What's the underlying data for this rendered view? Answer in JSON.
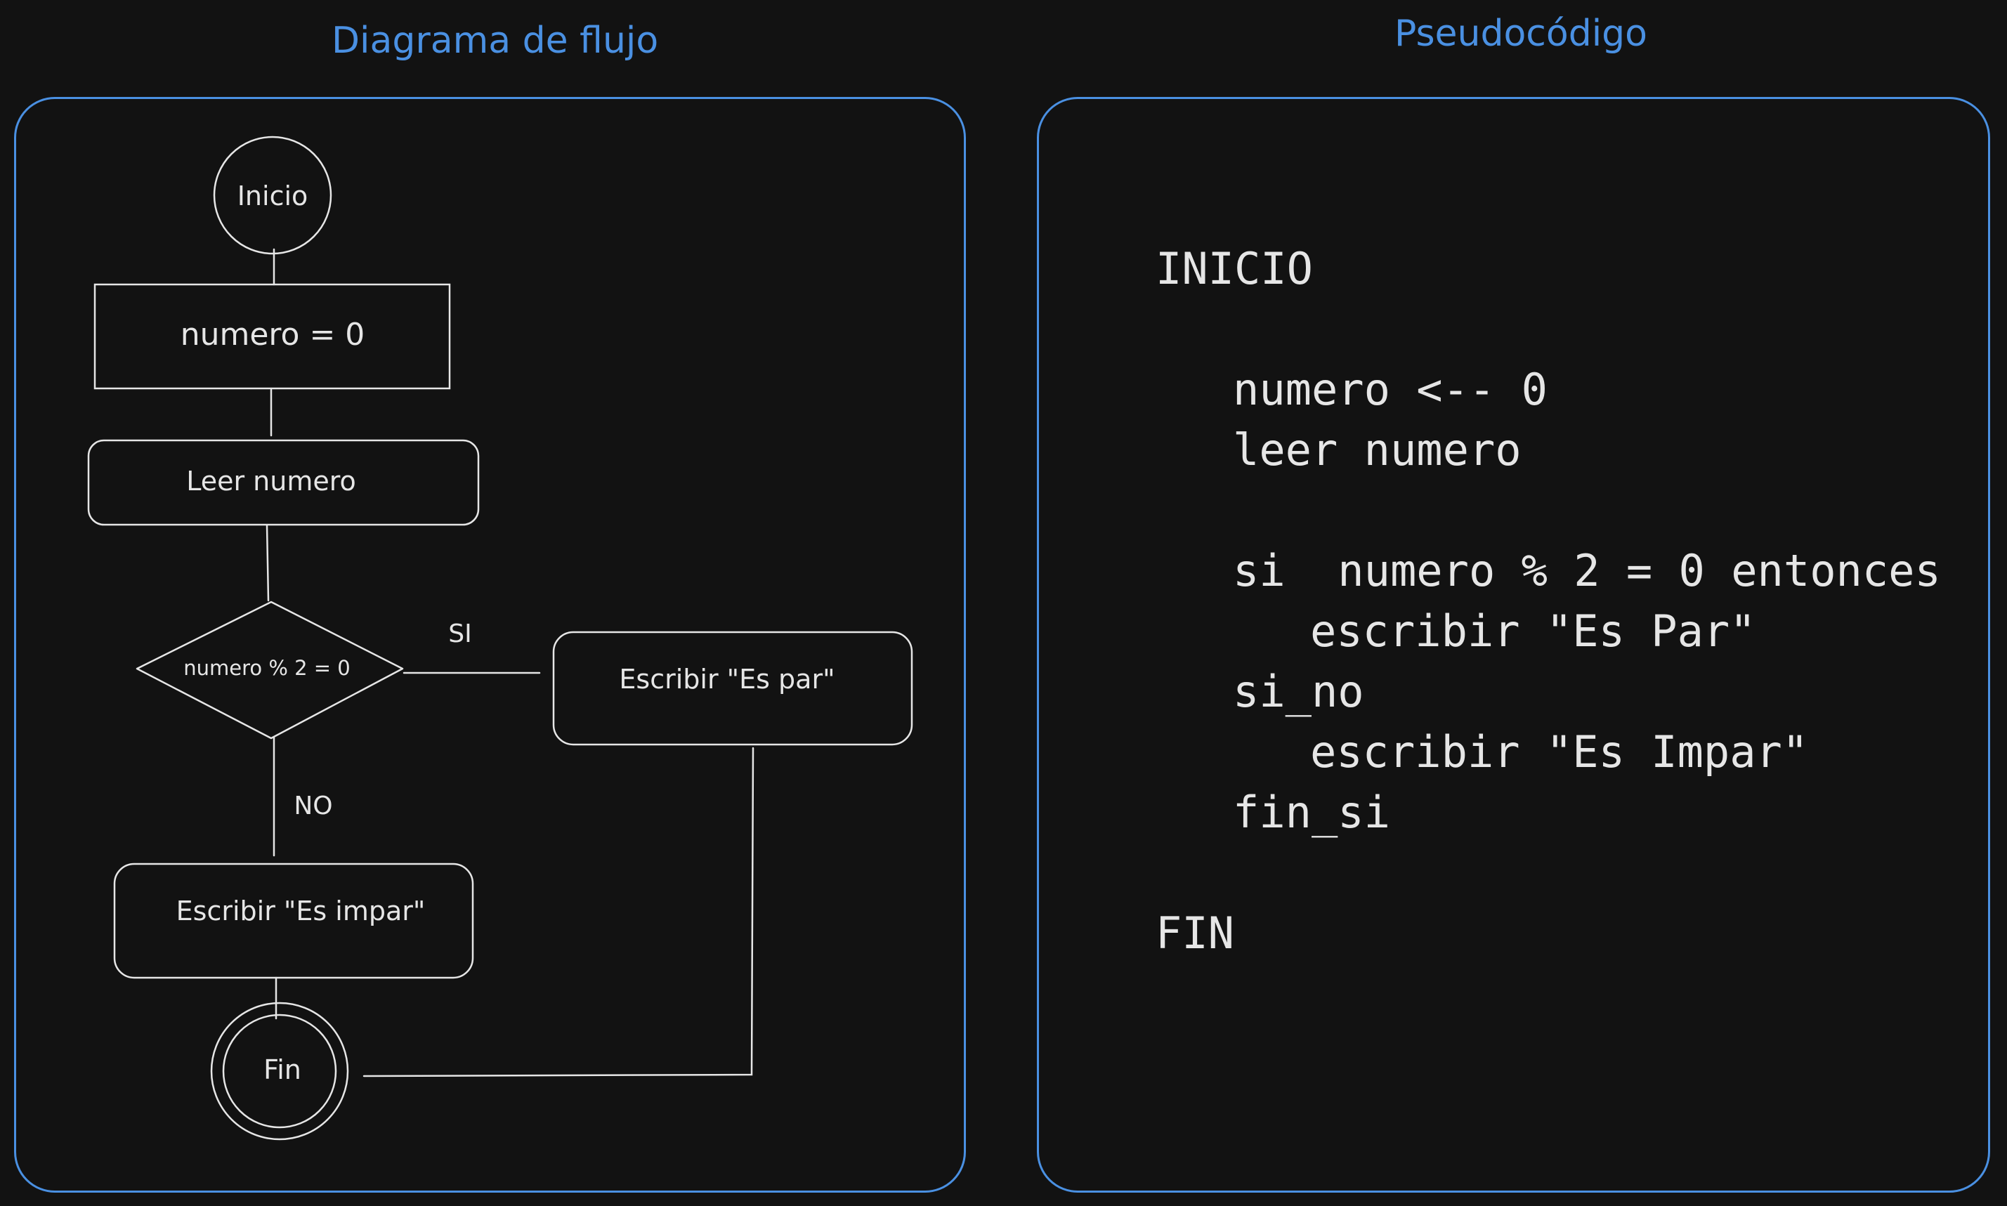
{
  "flowchart": {
    "title": "Diagrama de flujo",
    "start_label": "Inicio",
    "assign_label": "numero = 0",
    "read_label": "Leer numero",
    "decision_label": "numero % 2 = 0",
    "yes_label": "SI",
    "no_label": "NO",
    "even_label": "Escribir \"Es par\"",
    "odd_label": "Escribir \"Es impar\"",
    "end_label": "Fin"
  },
  "pseudocode": {
    "title": "Pseudocódigo",
    "lines": {
      "start": "INICIO",
      "assign": "numero <-- 0",
      "read": "leer numero",
      "if": "si  numero % 2 = 0 entonces",
      "then": "escribir \"Es Par\"",
      "else": "si_no",
      "else_body": "escribir \"Es Impar\"",
      "endif": "fin_si",
      "end": "FIN"
    }
  },
  "colors": {
    "background": "#121212",
    "accent": "#4a90e2",
    "stroke": "#e6e6e6"
  }
}
